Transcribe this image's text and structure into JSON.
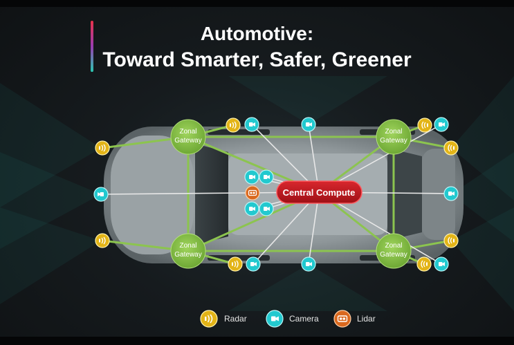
{
  "title": {
    "line1": "Automotive:",
    "line2": "Toward Smarter, Safer, Greener"
  },
  "nodes": {
    "central": "Central Compute",
    "zonal_line1": "Zonal",
    "zonal_line2": "Gateway"
  },
  "legend": {
    "radar": "Radar",
    "camera": "Camera",
    "lidar": "Lidar"
  },
  "colors": {
    "radar": "#e3b417",
    "camera": "#22c9cf",
    "lidar": "#d9681e",
    "zonal": "#86bf45",
    "central": "#c4181f",
    "connection_green": "#8cc44f",
    "connection_white": "#e8e8e8"
  },
  "icons": {
    "radar": "radar-icon",
    "camera": "camera-icon",
    "lidar": "lidar-icon"
  }
}
